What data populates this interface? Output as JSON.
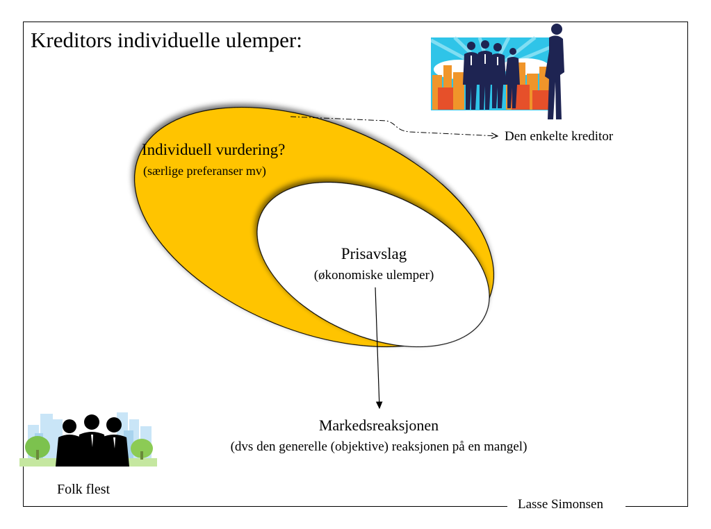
{
  "slide": {
    "title": "Kreditors individuelle ulemper:",
    "author": "Lasse Simonsen"
  },
  "outer_ellipse": {
    "heading": "Individuell vurdering?",
    "subheading": "(særlige preferanser mv)",
    "fill_color": "#FFC400"
  },
  "inner_ellipse": {
    "heading": "Prisavslag",
    "subheading": "(økonomiske ulemper)",
    "fill_color": "#FFFFFF"
  },
  "individual_target": {
    "label": "Den enkelte kreditor",
    "icon": "business-group-icon"
  },
  "market_target": {
    "heading": "Markedsreaksjonen",
    "subheading": "(dvs den generelle (objektive) reaksjonen på en mangel)"
  },
  "public_group": {
    "label": "Folk flest",
    "icon": "people-city-icon"
  }
}
